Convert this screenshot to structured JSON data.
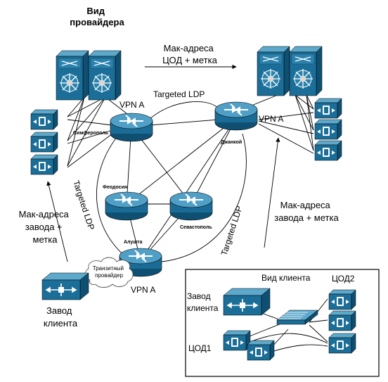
{
  "labels": {
    "provider_view": [
      "Вид",
      "провайдера"
    ],
    "mac_top": [
      "Мак-адреса",
      "ЦОД + метка"
    ],
    "targeted_ldp_top": "Targeted LDP",
    "vpn_a_left": "VPN A",
    "vpn_a_right": "VPN A",
    "vpn_a_bottom": "VPN A",
    "simferopol": "Симферополь",
    "dzhankoy": "Джанкой",
    "feodosia": "Феодосия",
    "sevastopol": "Севастополь",
    "alushta": "Алушта",
    "targeted_ldp_left": "Targeted LDP",
    "targeted_ldp_right": "Targeted LDP",
    "mac_left": [
      "Мак-адреса",
      "завода +",
      "метка"
    ],
    "mac_right": [
      "Мак-адреса",
      "завода + метка"
    ],
    "transit_provider": [
      "Транзитный",
      "провайдер"
    ],
    "factory": [
      "Завод",
      "клиента"
    ],
    "client_view": "Вид клиента",
    "cod2": "ЦОД2",
    "factory_inset": [
      "Завод",
      "клиента"
    ],
    "cod1": "ЦОД1"
  },
  "colors": {
    "device_face": "#1b6e98",
    "device_top": "#5da9cc",
    "device_side": "#0f4f72",
    "router_face": "#1a6c96",
    "router_top": "#4f9fc6"
  }
}
